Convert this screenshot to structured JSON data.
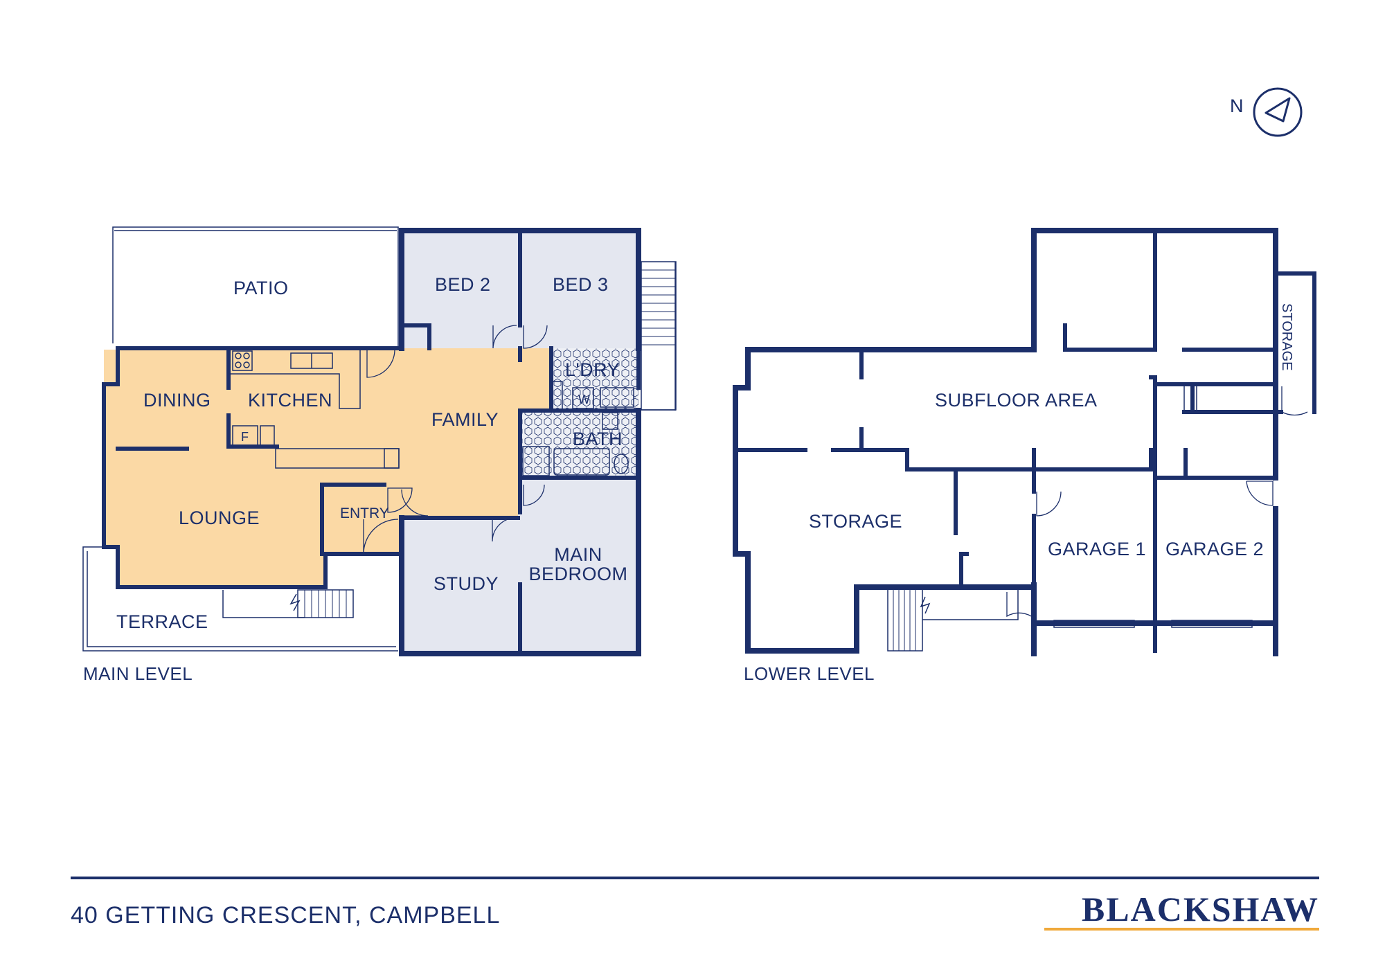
{
  "compass": {
    "label": "N"
  },
  "main_level": {
    "label": "MAIN LEVEL",
    "rooms": {
      "patio": "PATIO",
      "bed2": "BED 2",
      "bed3": "BED 3",
      "dining": "DINING",
      "kitchen": "KITCHEN",
      "family": "FAMILY",
      "laundry": "L'DRY",
      "bath": "BATH",
      "lounge": "LOUNGE",
      "entry": "ENTRY",
      "study": "STUDY",
      "main_bedroom_1": "MAIN",
      "main_bedroom_2": "BEDROOM",
      "terrace": "TERRACE"
    },
    "fixtures": {
      "fridge": "F",
      "washer": "W"
    }
  },
  "lower_level": {
    "label": "LOWER LEVEL",
    "rooms": {
      "subfloor": "SUBFLOOR AREA",
      "storage": "STORAGE",
      "storage_side": "STORAGE",
      "garage1": "GARAGE 1",
      "garage2": "GARAGE 2"
    }
  },
  "footer": {
    "address": "40 GETTING CRESCENT, CAMPBELL",
    "brand": "BLACKSHAW"
  },
  "colors": {
    "ink": "#1c2f6a",
    "living": "#fbd9a5",
    "bedrooms": "#e4e7f0",
    "wet_tile": "#eef0f5",
    "brand_underline": "#f0a93b"
  }
}
